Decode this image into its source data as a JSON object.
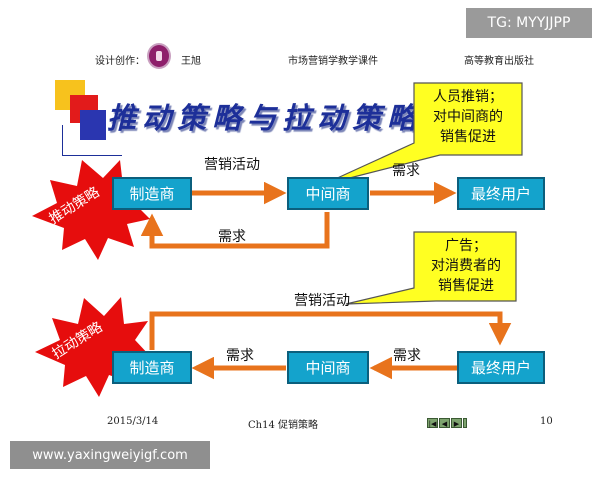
{
  "header": {
    "designer_label": "设计创作：",
    "designer_name": "王旭",
    "course": "市场营销学教学课件",
    "publisher": "高等教育出版社"
  },
  "title": "推动策略与拉动策略",
  "push_strategy": {
    "burst_label": "推动策略",
    "nodes": [
      "制造商",
      "中间商",
      "最终用户"
    ],
    "forward_label": "营销活动",
    "forward_label_2": "需求",
    "return_label": "需求",
    "callout": [
      "人员推销；",
      "对中间商的",
      "销售促进"
    ]
  },
  "pull_strategy": {
    "burst_label": "拉动策略",
    "nodes": [
      "制造商",
      "中间商",
      "最终用户"
    ],
    "top_label": "营销活动",
    "back_label_1": "需求",
    "back_label_2": "需求",
    "callout": [
      "广告；",
      "对消费者的",
      "销售促进"
    ]
  },
  "footer": {
    "date": "2015/3/14",
    "chapter": "Ch14   促销策略",
    "page": "10"
  },
  "watermarks": {
    "top_right": "TG: MYYJJPP",
    "bottom_left": "www.yaxingweiyigf.com"
  },
  "colors": {
    "node_fill": "#14a3cc",
    "arrow": "#e8731c",
    "callout_fill": "#ffff22",
    "burst_fill": "#e60d0d",
    "title": "#1d2f99"
  }
}
